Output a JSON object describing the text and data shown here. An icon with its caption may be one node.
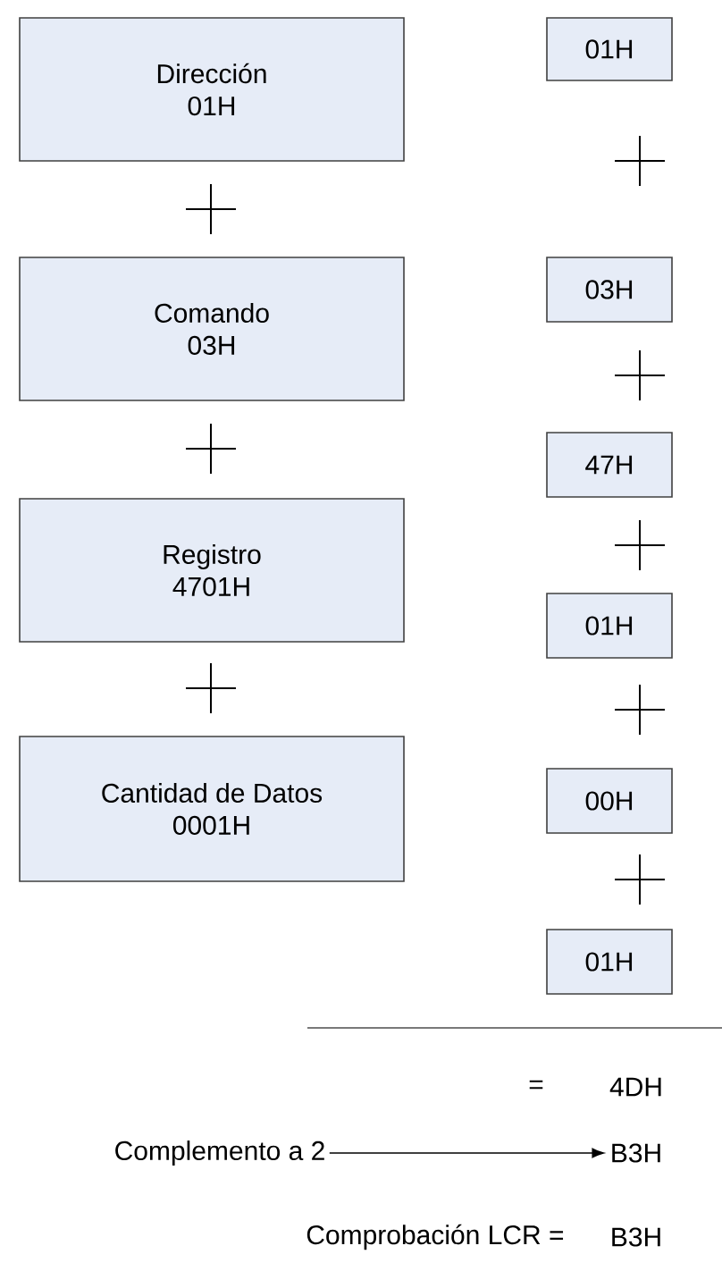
{
  "diagram": {
    "nodes": [
      {
        "text": [
          "Dirección",
          "01H"
        ]
      },
      {
        "text": [
          "Comando",
          "03H"
        ]
      },
      {
        "text": [
          "Registro",
          "4701H"
        ]
      },
      {
        "text": [
          "Cantidad de Datos",
          "0001H"
        ]
      },
      {
        "text": [
          "01H"
        ]
      },
      {
        "text": [
          "03H"
        ]
      },
      {
        "text": [
          "47H"
        ]
      },
      {
        "text": [
          "01H"
        ]
      },
      {
        "text": [
          "00H"
        ]
      },
      {
        "text": [
          "01H"
        ]
      },
      {
        "text": [
          "Complemento a 2"
        ]
      },
      {
        "text": [
          "B3H"
        ]
      }
    ],
    "edges": [
      {
        "from": 10,
        "to": 11,
        "arrow": "to"
      }
    ],
    "labels": [
      "=",
      "4DH",
      "Comprobación LCR =",
      "B3H"
    ]
  }
}
